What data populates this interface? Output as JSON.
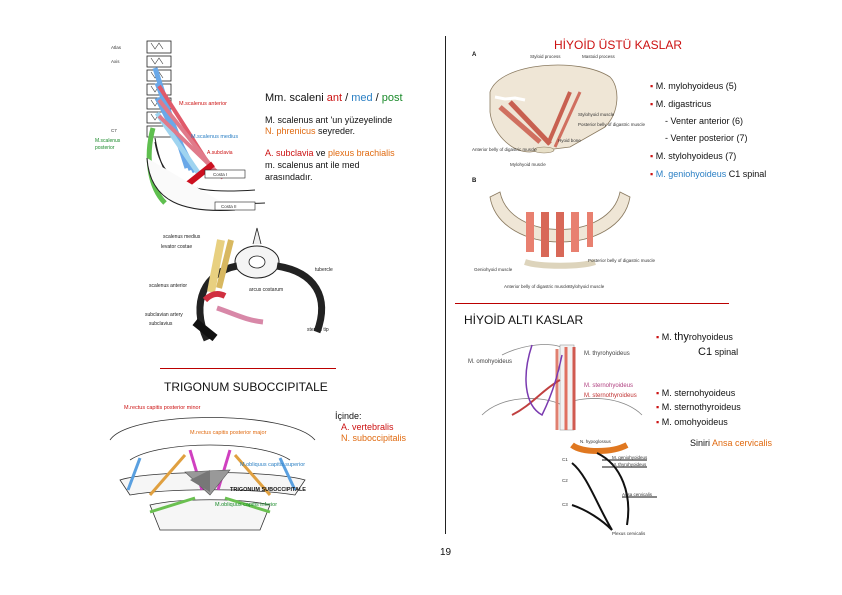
{
  "page_number": "19",
  "scalene": {
    "title_prefix": "Mm. scaleni ",
    "title_ant": "ant",
    "title_sep1": " / ",
    "title_med": "med",
    "title_sep2": " / ",
    "title_post": "post",
    "line1": "M.  scalenus  ant 'un  yüzeyelinde",
    "line2_nerve": "N. phrenicus",
    "line2_rest": " seyreder.",
    "line3_a": "A. subclavia",
    "line3_ve": " ve ",
    "line3_plexus": "plexus brachialis",
    "line4": "m.     scalenus     ant     ile     med",
    "line5": "arasındadır.",
    "fig_labels": [
      "M.scalenus anterior",
      "M.scalenus medius",
      "M.scalenus posterior",
      "A.subclavia",
      "Atlas",
      "Axis",
      "C7",
      "Costa I",
      "Costa II"
    ]
  },
  "rib_fig_labels": [
    "scalenus medius",
    "levator costae",
    "scalenus anterior",
    "subclavian artery",
    "subclavius",
    "sternal tip",
    "arcus costarum",
    "tubercle"
  ],
  "suprahyoid": {
    "title": "HİYOİD ÜSTÜ KASLAR",
    "items": [
      {
        "bullet": "▪",
        "text": "M. mylohyoideus (5)",
        "color": "#111111"
      },
      {
        "bullet": "▪",
        "text": "M. digastricus",
        "color": "#111111"
      },
      {
        "bullet": "",
        "text": "- Venter anterior (6)",
        "color": "#111111"
      },
      {
        "bullet": "",
        "text": "- Venter posterior (7)",
        "color": "#111111"
      },
      {
        "bullet": "▪",
        "text": "M. stylohyoideus (7)",
        "color": "#111111"
      }
    ],
    "genio": "M. geniohyoideus",
    "genio_suffix": " C1 spinal",
    "fig_a": "A",
    "fig_b": "B",
    "fig_labels": [
      "Styloid process",
      "Mastoid process",
      "Stylohyoid muscle",
      "Posterior belly of digastric muscle",
      "Hyoid bone",
      "Anterior belly of digastric muscle",
      "Mylohyoid muscle",
      "Geniohyoid muscle",
      "Posterior belly of digastric muscle",
      "Stylohyoid muscle",
      "Anterior belly of digastric muscle"
    ]
  },
  "infrahyoid": {
    "title": "HİYOİD ALTI KASLAR",
    "thyro_prefix": "M. ",
    "thyro_big": "thy",
    "thyro_rest": "rohyoideus",
    "c1": "C1",
    "c1_rest": " spinal",
    "items": [
      "M. sternohyoideus",
      "M. sternothyroideus",
      "M. omohyoideus"
    ],
    "nerve_prefix": "Siniri ",
    "nerve_name": "Ansa cervicalis",
    "fig_labels": [
      "M. thyrohyoideus",
      "M. omohyoideus",
      "M. sternohyoideus",
      "M. sternothyroideus",
      "N. hypoglossus",
      "M. geniohyoideus",
      "M. thyrohyoideus",
      "Ansa cervicalis",
      "Plexus cervicalis",
      "C1",
      "C2",
      "C3"
    ]
  },
  "suboccipital": {
    "title": "TRIGONUM SUBOCCIPITALE",
    "contents_label": "İçinde:",
    "items": [
      "A. vertebralis",
      "N. suboccipitalis"
    ],
    "fig_labels": [
      "M.rectus capitis posterior minor",
      "M.rectus capitis posterior major",
      "M.obliquus capitis superior",
      "TRIGONUM SUBOCCIPITALE",
      "M.obliquus capitis inferior"
    ]
  },
  "colors": {
    "accent_red": "#cc1111",
    "orange": "#e06a10",
    "blue": "#2a7fc4",
    "green": "#1a8a2a"
  }
}
